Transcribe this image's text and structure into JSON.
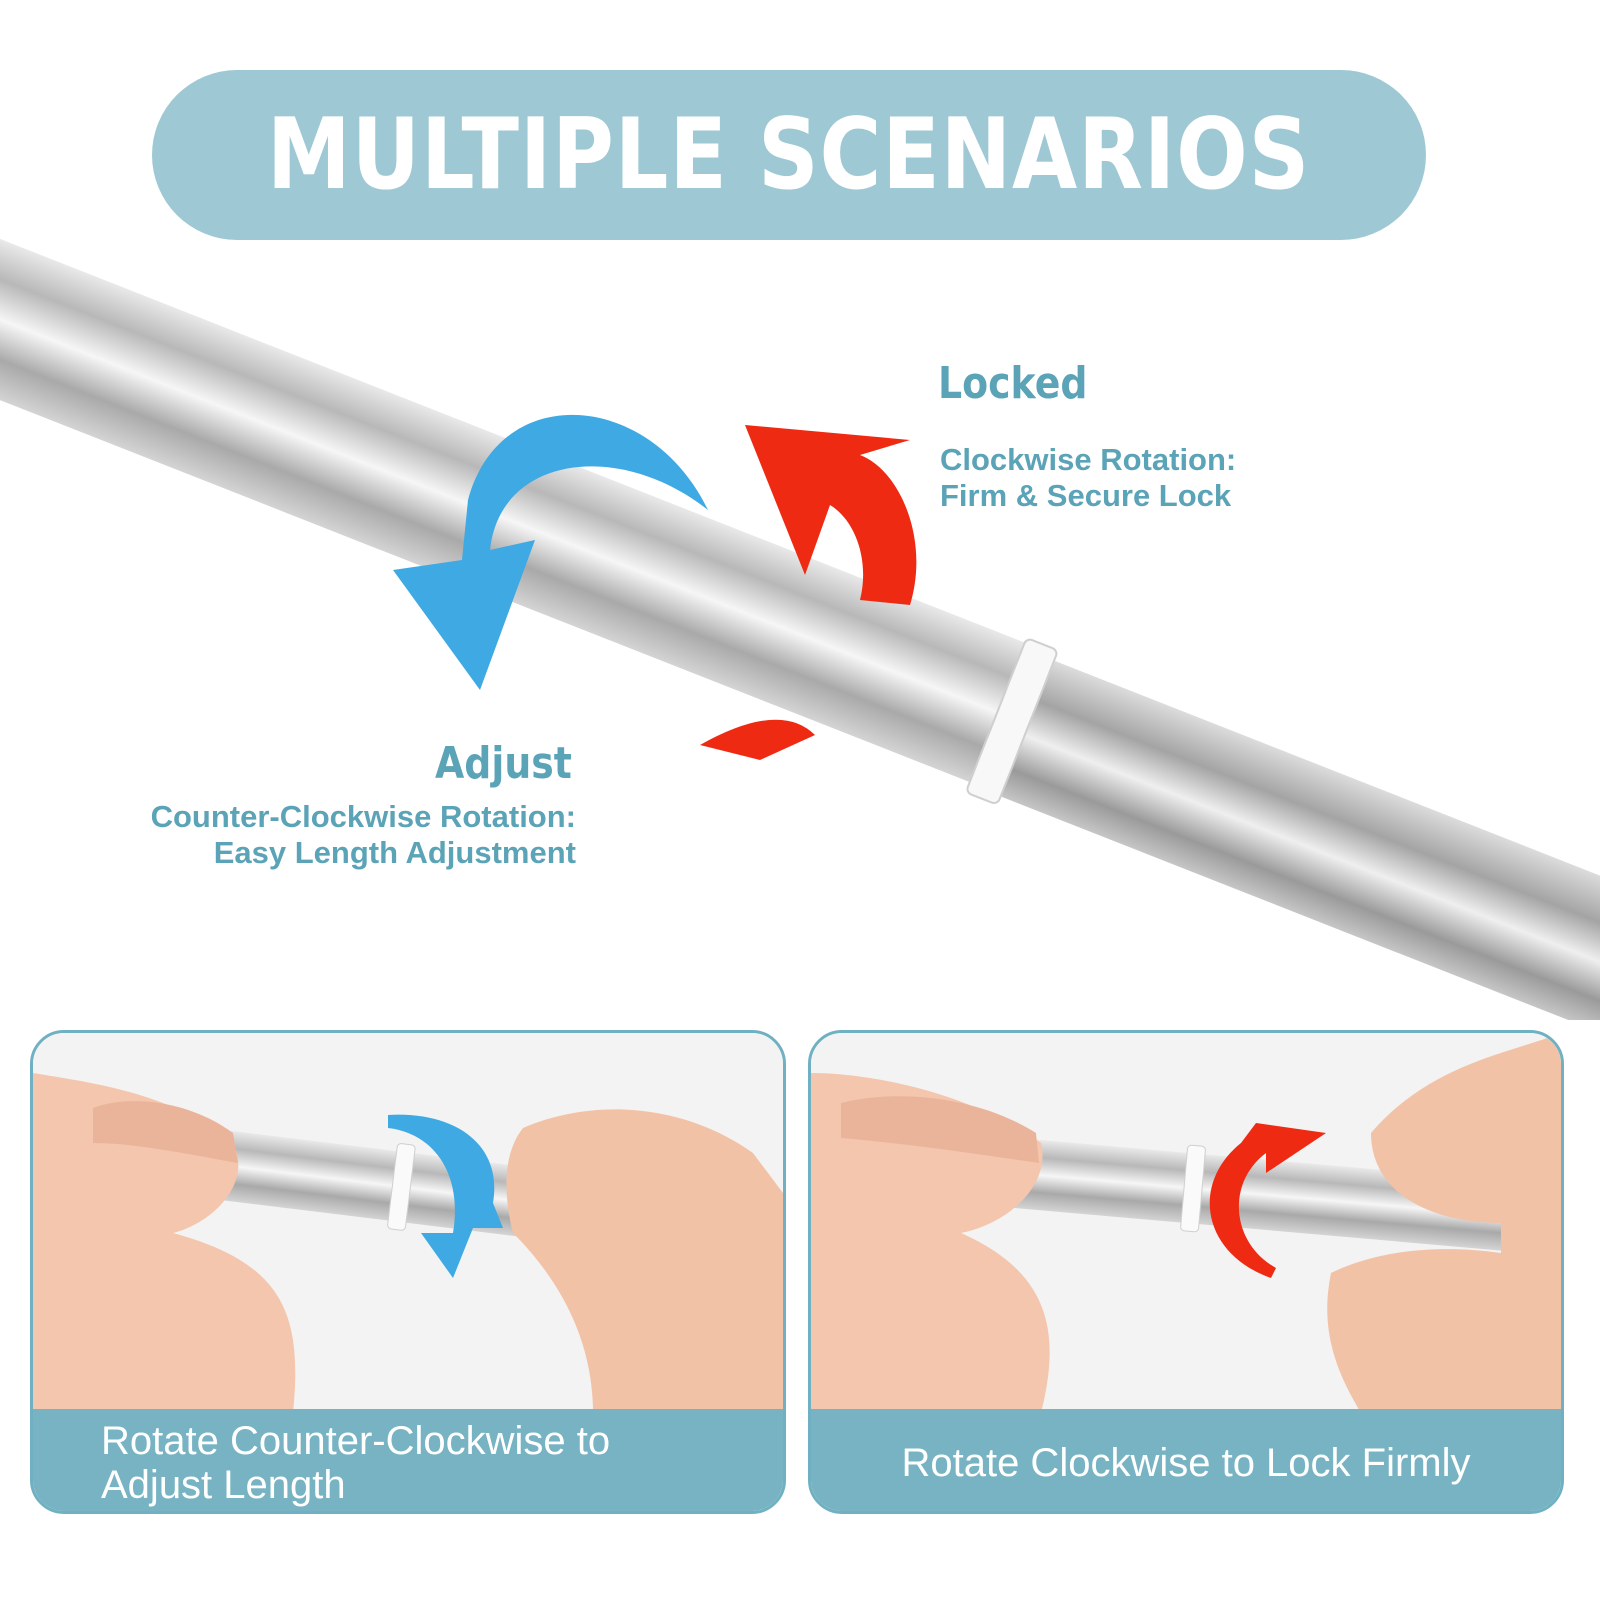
{
  "title": "MULTIPLE SCENARIOS",
  "locked": {
    "heading": "Locked",
    "line1": "Clockwise Rotation:",
    "line2": "Firm & Secure Lock"
  },
  "adjust": {
    "heading": "Adjust",
    "line1": "Counter-Clockwise Rotation:",
    "line2": "Easy Length Adjustment"
  },
  "panels": [
    {
      "caption_line1": "Rotate Counter-Clockwise to",
      "caption_line2": "Adjust Length"
    },
    {
      "caption": "Rotate Clockwise to Lock Firmly"
    }
  ],
  "colors": {
    "accent": "#9ec9d4",
    "text_teal": "#5ba3b7",
    "caption_bg": "#77b3c3",
    "arrow_blue": "#3ea9e3",
    "arrow_red": "#ee2a12"
  },
  "icons": [
    "counter-clockwise-arrow-icon",
    "clockwise-arrow-icon"
  ]
}
